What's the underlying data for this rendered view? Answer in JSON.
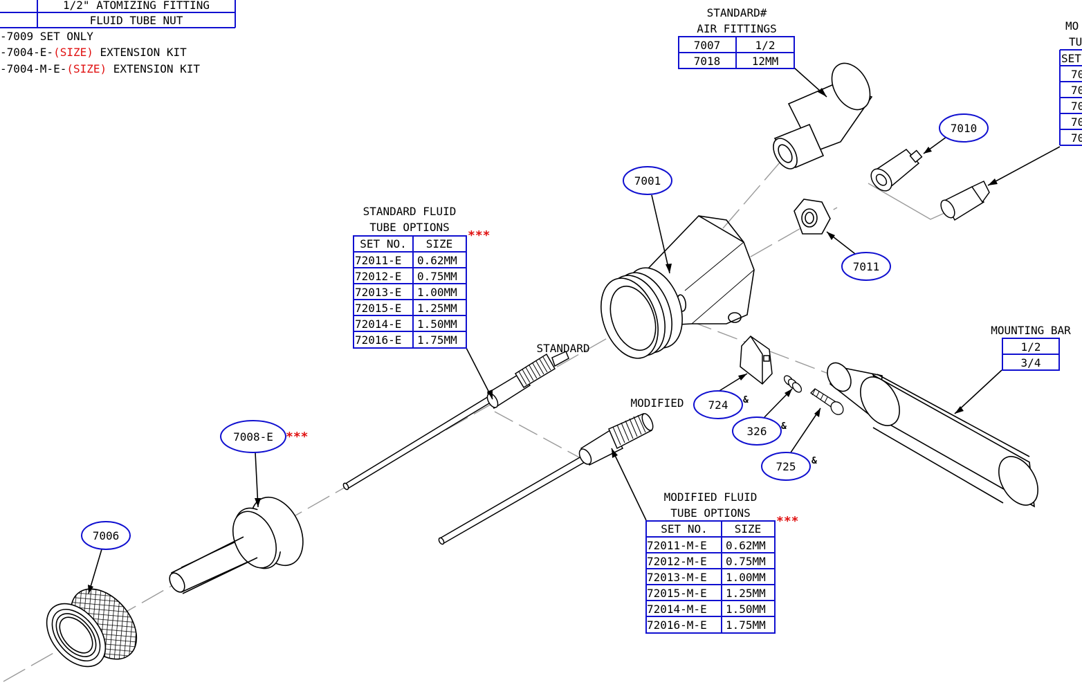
{
  "legend_top_left": {
    "row1": "1/2\" ATOMIZING FITTING",
    "row2": "FLUID TUBE NUT",
    "line1": "-7009 SET ONLY",
    "line2_prefix": "-7004-E-",
    "line2_size": "(SIZE)",
    "line2_suffix": "EXTENSION KIT",
    "line3_prefix": "-7004-M-E-",
    "line3_size": "(SIZE)",
    "line3_suffix": "EXTENSION KIT"
  },
  "air_fittings": {
    "title1": "STANDARD#",
    "title2": "AIR FITTINGS",
    "rows": [
      [
        "7007",
        "1/2"
      ],
      [
        "7018",
        "12MM"
      ]
    ]
  },
  "modified_partial": {
    "title1": "MO",
    "title2": "TU",
    "header": "SET",
    "rows": [
      "70",
      "70",
      "70",
      "70",
      "70"
    ]
  },
  "standard_fluid": {
    "title1": "STANDARD FLUID",
    "title2": "TUBE OPTIONS",
    "stars": "***",
    "header": [
      "SET NO.",
      "SIZE"
    ],
    "rows": [
      [
        "72011-E",
        "0.62MM"
      ],
      [
        "72012-E",
        "0.75MM"
      ],
      [
        "72013-E",
        "1.00MM"
      ],
      [
        "72015-E",
        "1.25MM"
      ],
      [
        "72014-E",
        "1.50MM"
      ],
      [
        "72016-E",
        "1.75MM"
      ]
    ]
  },
  "modified_fluid": {
    "title1": "MODIFIED FLUID",
    "title2": "TUBE OPTIONS",
    "stars": "***",
    "header": [
      "SET NO.",
      "SIZE"
    ],
    "rows": [
      [
        "72011-M-E",
        "0.62MM"
      ],
      [
        "72012-M-E",
        "0.75MM"
      ],
      [
        "72013-M-E",
        "1.00MM"
      ],
      [
        "72015-M-E",
        "1.25MM"
      ],
      [
        "72014-M-E",
        "1.50MM"
      ],
      [
        "72016-M-E",
        "1.75MM"
      ]
    ]
  },
  "mounting_bar": {
    "title": "MOUNTING BAR",
    "rows": [
      "1/2",
      "3/4"
    ]
  },
  "labels": {
    "standard": "STANDARD",
    "modified": "MODIFIED",
    "amp": "&",
    "stars": "***"
  },
  "callouts": {
    "c7001": "7001",
    "c7010": "7010",
    "c7011": "7011",
    "c7008": "7008-E",
    "c7006": "7006",
    "c724": "724",
    "c326": "326",
    "c725": "725"
  },
  "colors": {
    "table_border": "#1010d0",
    "callout_border": "#1010d0",
    "accent_red": "#e01010",
    "line": "#000000",
    "centerline": "#9a9a9a"
  }
}
